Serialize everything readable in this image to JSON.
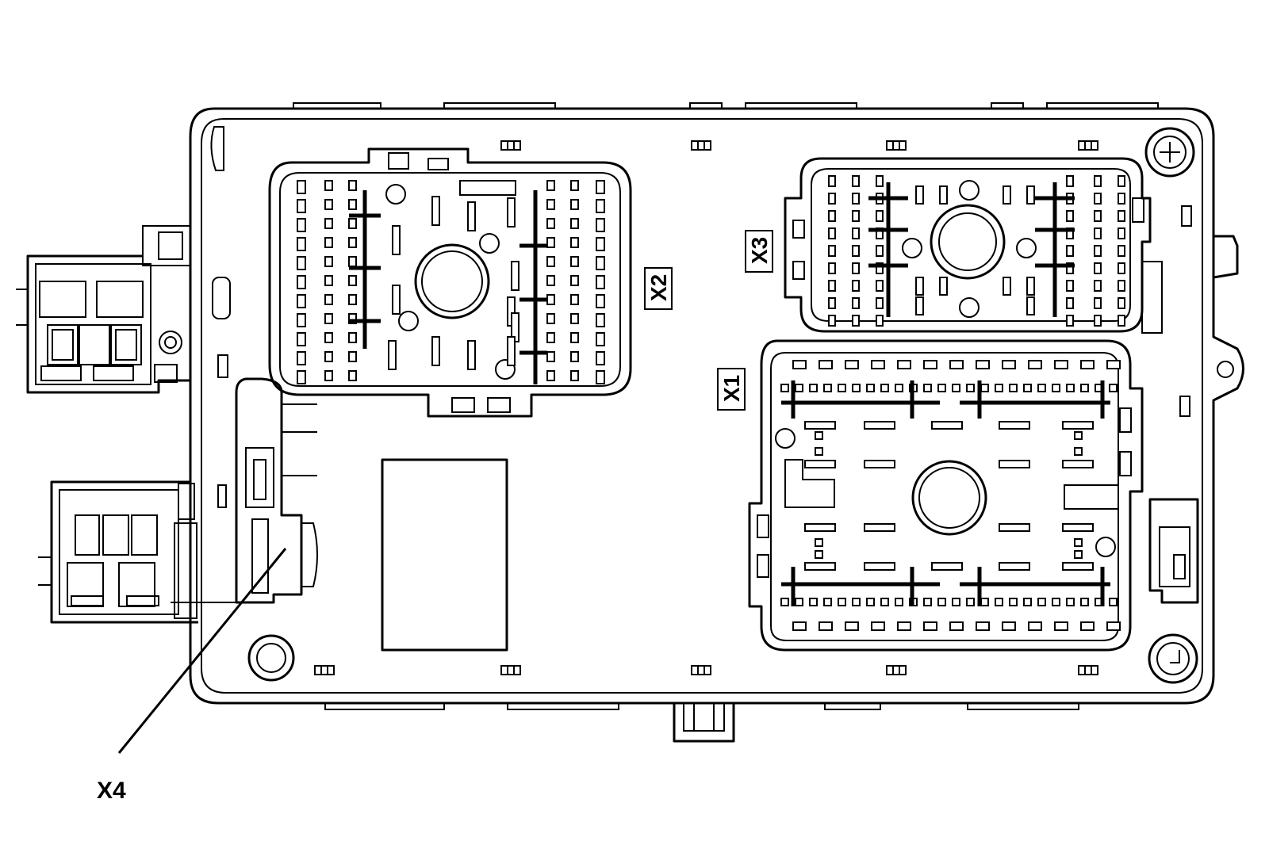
{
  "connector_labels": {
    "x1": "X1",
    "x2": "X2",
    "x3": "X3",
    "x4": "X4"
  },
  "colors": {
    "line": "#000000",
    "background": "#ffffff"
  }
}
